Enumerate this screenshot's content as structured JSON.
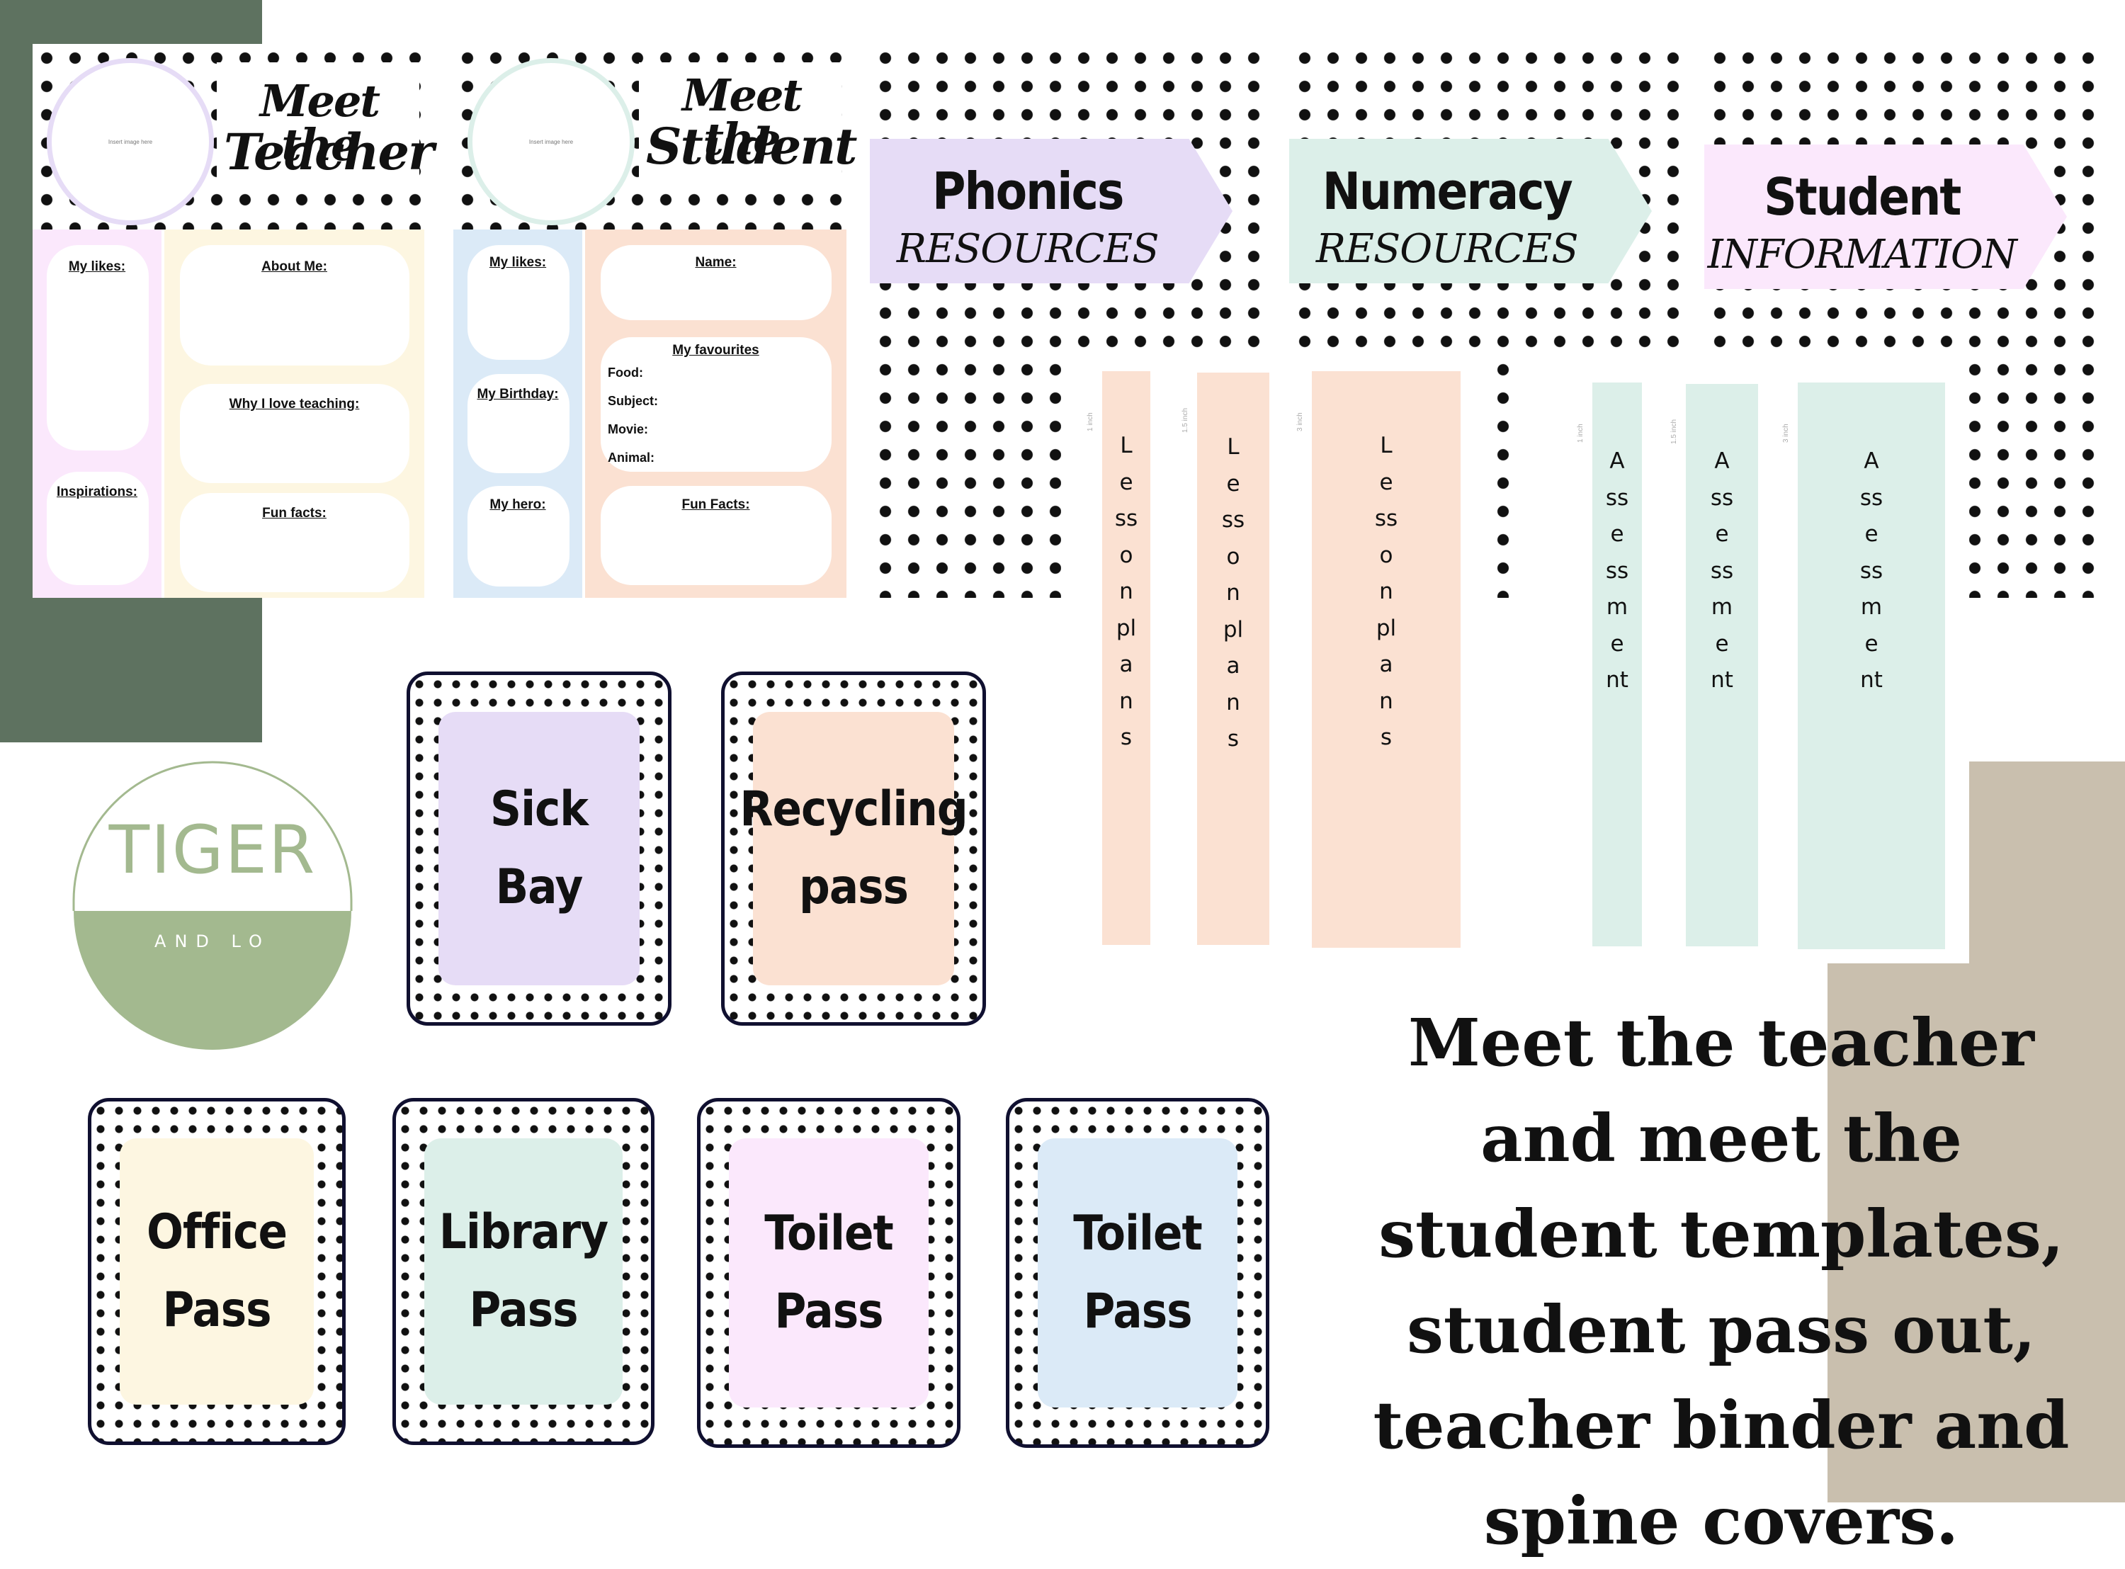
{
  "teacher_template": {
    "title_line1": "Meet the",
    "title_line2": "Teacher",
    "photo_text": "Insert image here",
    "likes_label": "My likes:",
    "inspirations_label": "Inspirations:",
    "about_label": "About Me:",
    "why_label": "Why I love teaching:",
    "funfacts_label": "Fun facts:"
  },
  "student_template": {
    "title_line1": "Meet the",
    "title_line2": "Student",
    "photo_text": "Insert image here",
    "likes_label": "My likes:",
    "birthday_label": "My Birthday:",
    "hero_label": "My hero:",
    "name_label": "Name:",
    "favourites_label": "My favourites",
    "fav_food": "Food:",
    "fav_subject": "Subject:",
    "fav_movie": "Movie:",
    "fav_animal": "Animal:",
    "funfacts_label": "Fun Facts:"
  },
  "banners": [
    {
      "line1": "Phonics",
      "line2": "RESOURCES",
      "color": "#e6dcf6"
    },
    {
      "line1": "Numeracy",
      "line2": "RESOURCES",
      "color": "#dcefe9"
    },
    {
      "line1": "Student",
      "line2": "INFORMATION",
      "color": "#fbe8fc"
    }
  ],
  "spines": [
    {
      "text": "Lesson  plans",
      "size": "1 inch",
      "color": "#fbe1d2"
    },
    {
      "text": "Lesson  plans",
      "size": "1.5 inch",
      "color": "#fbe1d2"
    },
    {
      "text": "Lesson  plans",
      "size": "3 inch",
      "color": "#fbe1d2"
    },
    {
      "text": "Assessment",
      "size": "1 inch",
      "color": "#dcefe9"
    },
    {
      "text": "Assessment",
      "size": "1.5 inch",
      "color": "#dcefe9"
    },
    {
      "text": "Assessment",
      "size": "3 inch",
      "color": "#dcefe9"
    }
  ],
  "logo": {
    "main": "TIGER",
    "sub": "AND LO",
    "color": "#a3b98f"
  },
  "passes": [
    {
      "line1": "Sick",
      "line2": "Bay",
      "color": "#e6dcf6"
    },
    {
      "line1": "Recycling",
      "line2": "pass",
      "color": "#fbe1d2"
    },
    {
      "line1": "Office",
      "line2": "Pass",
      "color": "#fdf6e1"
    },
    {
      "line1": "Library",
      "line2": "Pass",
      "color": "#dcefe9"
    },
    {
      "line1": "Toilet",
      "line2": "Pass",
      "color": "#fbe8fc"
    },
    {
      "line1": "Toilet",
      "line2": "Pass",
      "color": "#dbeaf7"
    }
  ],
  "caption": "Meet the teacher and meet the student templates, student pass out, teacher binder and spine covers.",
  "colors": {
    "green_block": "#5e7260",
    "tan_block": "#c9bfae"
  }
}
